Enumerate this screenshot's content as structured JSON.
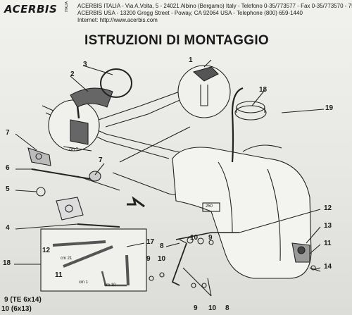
{
  "header": {
    "brand": "ACERBIS",
    "brand_sub": "ITALIA",
    "line1": "ACERBIS ITALIA - Via A.Volta, 5 - 24021 Albino (Bergamo) Italy - Telefono 0-35/773577 - Fax 0-35/773570 - 758285",
    "line2": "ACERBIS USA - 13200 Gregg Street - Poway, CA 92064 USA - Telephone (800) 659-1440",
    "line3": "Internet: http://www.acerbis.com"
  },
  "title": "ISTRUZIONI DI MONTAGGIO",
  "callouts": {
    "c1": "1",
    "c2": "2",
    "c3": "3",
    "c4": "4",
    "c5": "5",
    "c6": "6",
    "c7": "7",
    "c8a": "8",
    "c8b": "8",
    "c9a": "9",
    "c9b": "9",
    "c10a": "10",
    "c10b": "10",
    "c11a": "11",
    "c11b": "11",
    "c12a": "12",
    "c12b": "12",
    "c13": "13",
    "c14": "14",
    "c17": "17",
    "c18a": "18",
    "c18b": "18",
    "c19": "19"
  },
  "detail_labels": {
    "cm7": "cm 7",
    "cm21": "cm 21",
    "cm1": "cm 1",
    "cm10": "cm 10",
    "l250": "250"
  },
  "bottom": {
    "l9": "9 (TE 6x14)",
    "l10": "10 (6x13)"
  }
}
